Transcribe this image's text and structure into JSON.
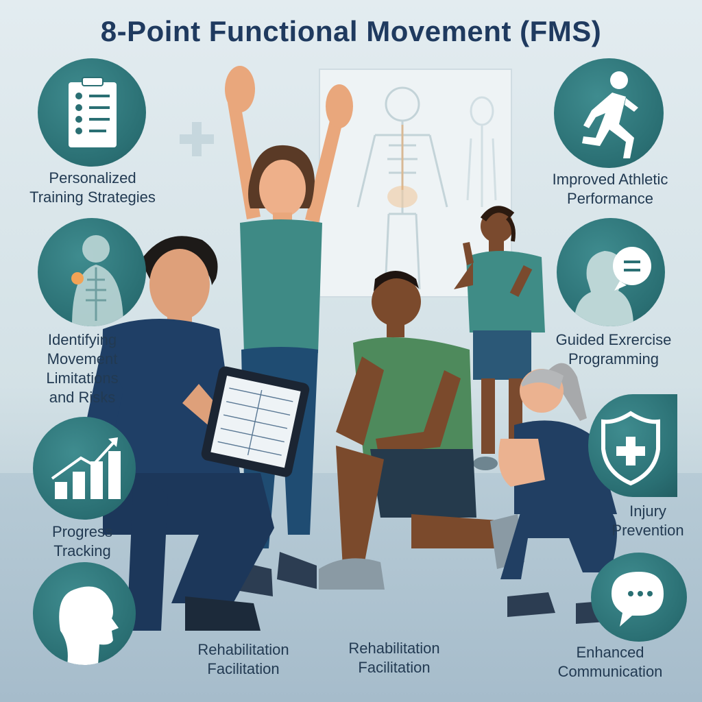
{
  "title": "8-Point Functional Movement (FMS)",
  "items": [
    {
      "icon": "clipboard-icon",
      "lines": [
        "Personalized",
        "Training Strategies"
      ]
    },
    {
      "icon": "spine-anatomy-icon",
      "lines": [
        "Identifying",
        "Movement",
        "Limitations",
        "and Risks"
      ]
    },
    {
      "icon": "growth-chart-icon",
      "lines": [
        "Progress",
        "Tracking"
      ]
    },
    {
      "icon": "head-profile-icon",
      "lines": [
        "Rehabilitation",
        "Facilitation"
      ]
    },
    {
      "icon": "runner-icon",
      "lines": [
        "Improved Athletic",
        "Performance"
      ]
    },
    {
      "icon": "conversation-icon",
      "lines": [
        "Guided Exrercise",
        "Programming"
      ]
    },
    {
      "icon": "shield-cross-icon",
      "lines": [
        "Injury",
        "Prevention"
      ]
    },
    {
      "icon": "speech-bubble-icon",
      "lines": [
        "Enhanced",
        "Communication"
      ]
    }
  ],
  "center_label": {
    "lines": [
      "Rehabilitation",
      "Facilitation"
    ]
  },
  "colors": {
    "teal": "#2a6f73",
    "navy": "#1f3a5f",
    "green_shirt": "#4e8a5c",
    "teal_shirt": "#3f8c86"
  }
}
